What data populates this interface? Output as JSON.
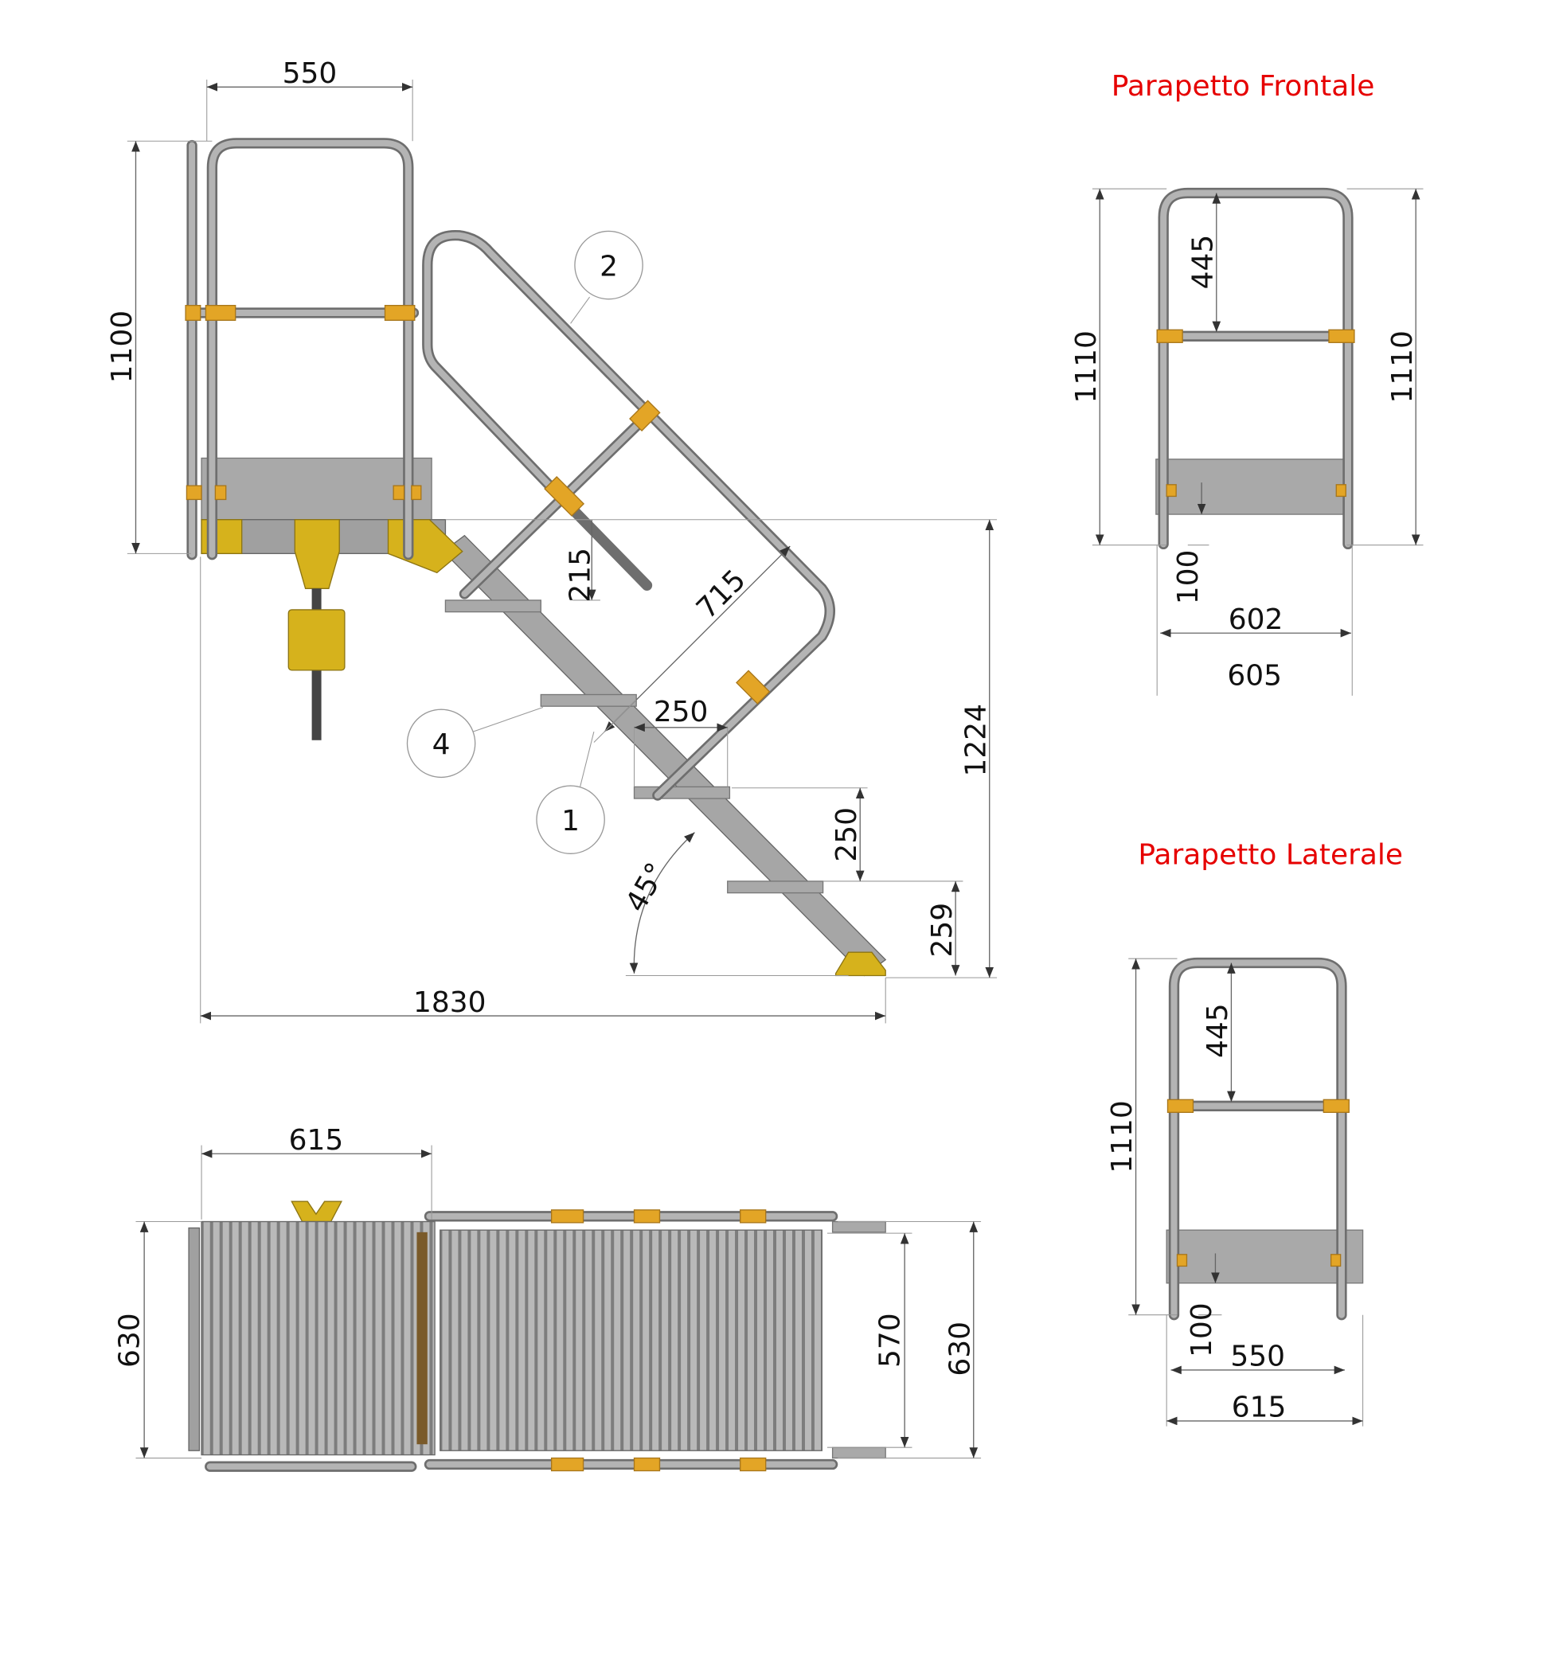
{
  "side_view": {
    "dims": {
      "top_width": "550",
      "rail_height": "1100",
      "step_clearance": "215",
      "rail_diag": "715",
      "step_depth": "250",
      "total_height": "1224",
      "step_rise": "250",
      "first_rise": "259",
      "angle": "45°",
      "total_length": "1830"
    },
    "callouts": [
      "2",
      "4",
      "1"
    ]
  },
  "top_view": {
    "dims": {
      "platform_width": "615",
      "left_width": "630",
      "inner_width": "570",
      "right_width": "630"
    }
  },
  "front_rail": {
    "title": "Parapetto Frontale",
    "dims": {
      "mid_drop": "445",
      "height_left": "1110",
      "height_right": "1110",
      "toe": "100",
      "inner_width": "602",
      "outer_width": "605"
    }
  },
  "side_rail": {
    "title": "Parapetto Laterale",
    "dims": {
      "mid_drop": "445",
      "height": "1110",
      "toe": "100",
      "inner_width": "550",
      "outer_width": "615"
    }
  },
  "colors": {
    "title": "#e60000",
    "clamp": "#e3a526",
    "bracket": "#d6b21c",
    "tube": "#9a9a9a"
  }
}
